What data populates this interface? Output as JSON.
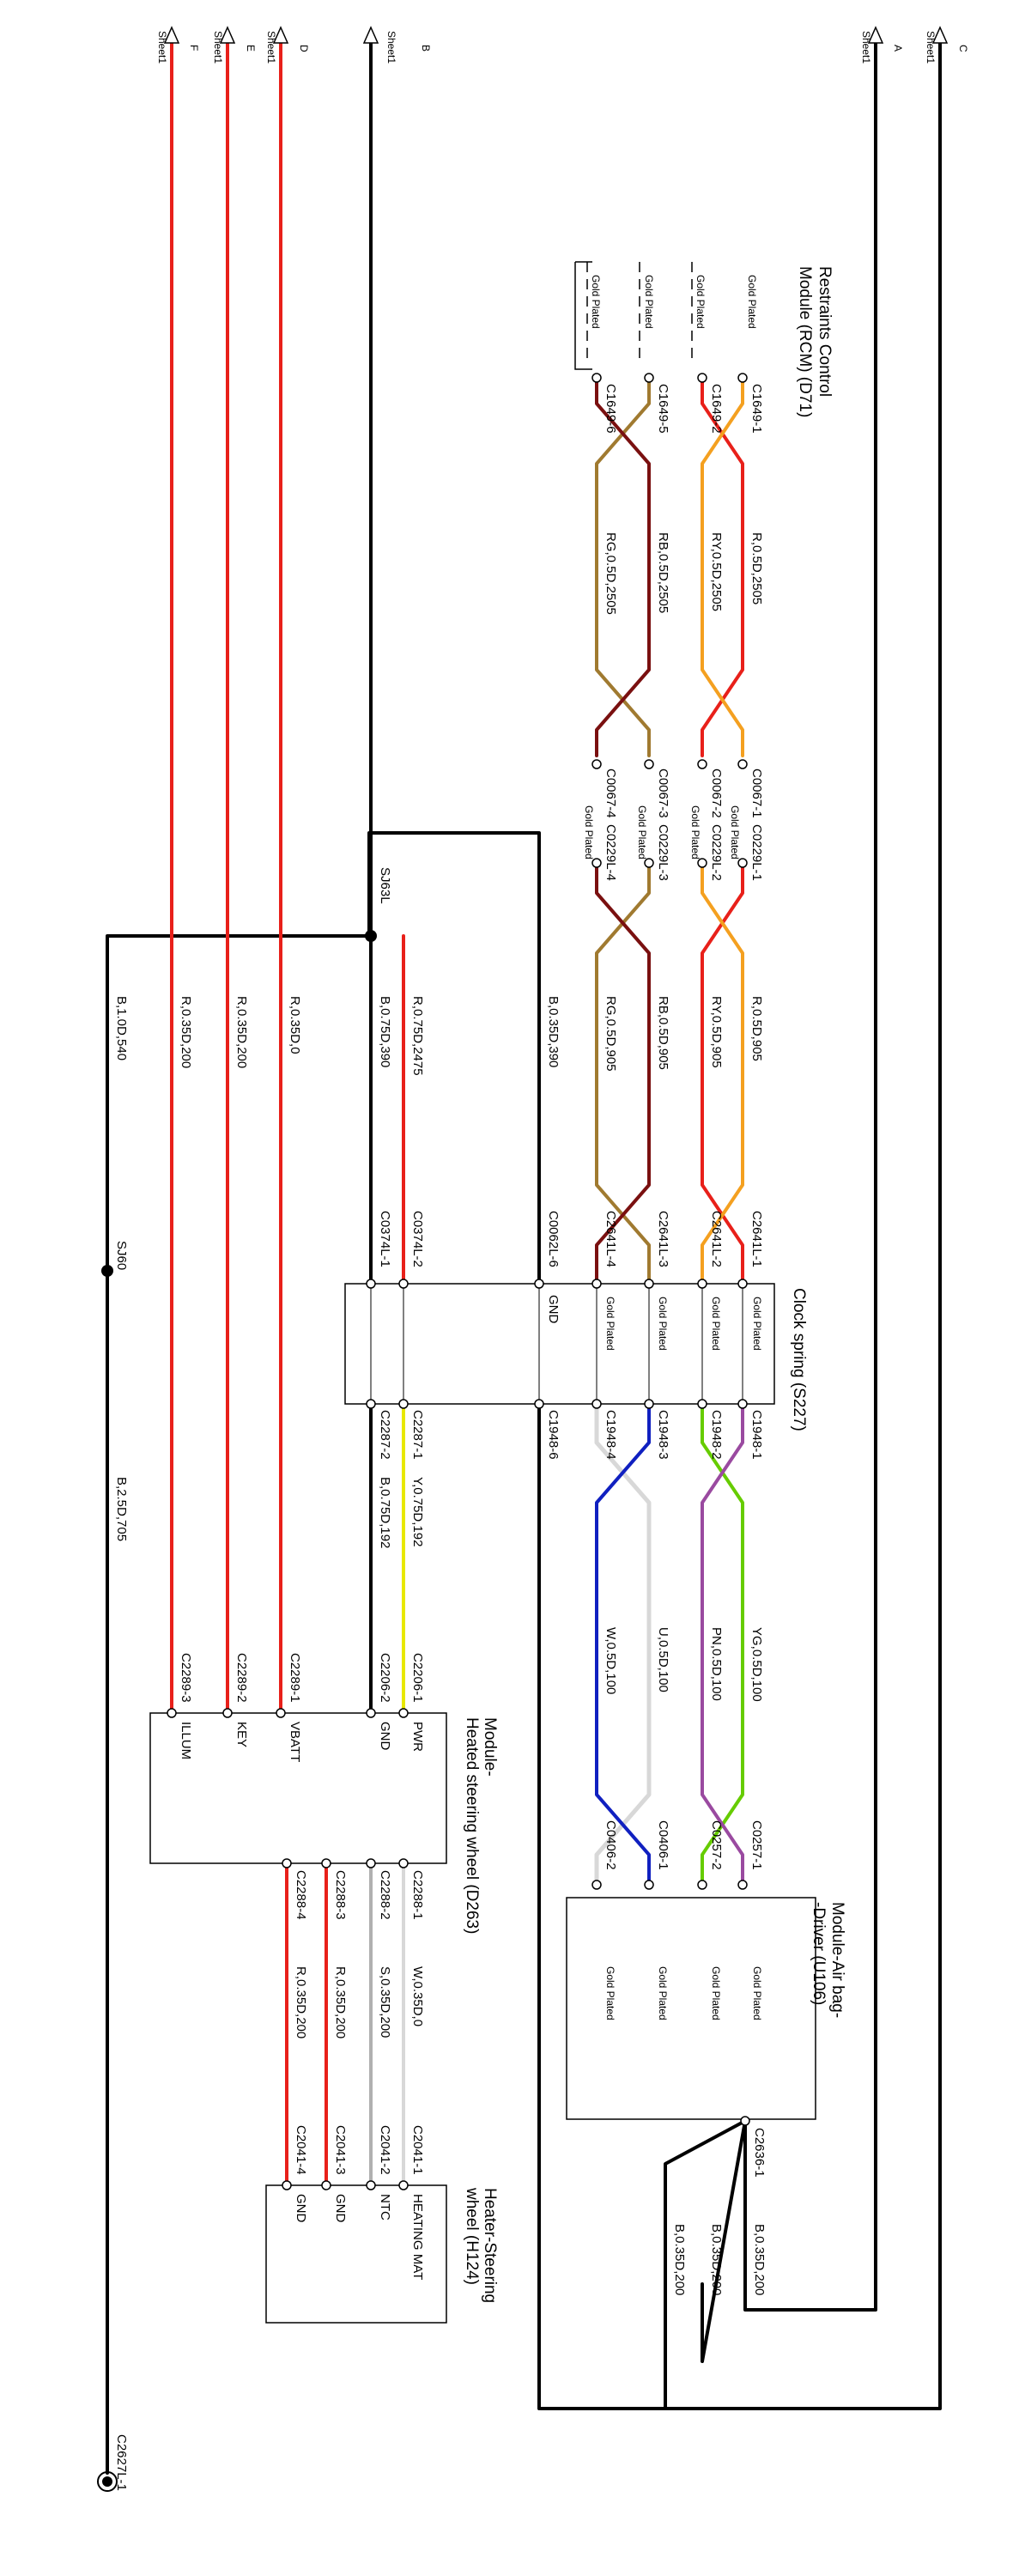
{
  "colors": {
    "black": "#000000",
    "red": "#e8201a",
    "orange": "#f4a020",
    "darkred": "#7a1010",
    "brown": "#a07a30",
    "green": "#66cc00",
    "purple": "#9a4aa0",
    "white": "#d8d8d8",
    "blue": "#1020c0",
    "yellow": "#e8e800",
    "grey": "#b0b0b0"
  },
  "sheets": [
    {
      "id": "sheet-C",
      "sheet": "Sheet1",
      "letter": "C"
    },
    {
      "id": "sheet-A",
      "sheet": "Sheet1",
      "letter": "A"
    },
    {
      "id": "sheet-B",
      "sheet": "Sheet1",
      "letter": "B"
    },
    {
      "id": "sheet-D",
      "sheet": "Sheet1",
      "letter": "D"
    },
    {
      "id": "sheet-E",
      "sheet": "Sheet1",
      "letter": "E"
    },
    {
      "id": "sheet-F",
      "sheet": "Sheet1",
      "letter": "F"
    }
  ],
  "components": {
    "rcm": {
      "title_line1": "Restraints Control",
      "title_line2": "Module (RCM) (D71)"
    },
    "clockspring": {
      "title": "Clock spring (S227)",
      "gnd": "GND"
    },
    "airbag": {
      "title_line1": "Module-Air bag-",
      "title_line2": "-Driver (U106)"
    },
    "hsw": {
      "title_line1": "Module-",
      "title_line2": "Heated steering wheel (D263)",
      "pins": [
        "PWR",
        "GND",
        "VBATT",
        "KEY",
        "ILLUM"
      ]
    },
    "heater": {
      "title_line1": "Heater-Steering",
      "title_line2": "wheel (H124)",
      "pins": [
        "HEATING MAT",
        "NTC",
        "GND",
        "GND"
      ]
    }
  },
  "gold_plated": "Gold Plated",
  "connectors": {
    "c1649_1": "C1649-1",
    "c1649_2": "C1649-2",
    "c1649_5": "C1649-5",
    "c1649_6": "C1649-6",
    "c0067_1": "C0067-1",
    "c0067_2": "C0067-2",
    "c0067_3": "C0067-3",
    "c0067_4": "C0067-4",
    "c0229_1": "C0229L-1",
    "c0229_2": "C0229L-2",
    "c0229_3": "C0229L-3",
    "c0229_4": "C0229L-4",
    "c2641_1": "C2641L-1",
    "c2641_2": "C2641L-2",
    "c2641_3": "C2641L-3",
    "c2641_4": "C2641L-4",
    "c0062_6": "C0062L-6",
    "c0374_2": "C0374L-2",
    "c0374_1": "C0374L-1",
    "c1948_1": "C1948-1",
    "c1948_2": "C1948-2",
    "c1948_3": "C1948-3",
    "c1948_4": "C1948-4",
    "c1948_6": "C1948-6",
    "c2287_1": "C2287-1",
    "c2287_2": "C2287-2",
    "c0257_1": "C0257-1",
    "c0257_2": "C0257-2",
    "c0406_1": "C0406-1",
    "c0406_2": "C0406-2",
    "c2206_1": "C2206-1",
    "c2206_2": "C2206-2",
    "c2289_1": "C2289-1",
    "c2289_2": "C2289-2",
    "c2289_3": "C2289-3",
    "c2288_1": "C2288-1",
    "c2288_2": "C2288-2",
    "c2288_3": "C2288-3",
    "c2288_4": "C2288-4",
    "c2041_1": "C2041-1",
    "c2041_2": "C2041-2",
    "c2041_3": "C2041-3",
    "c2041_4": "C2041-4",
    "c2636_1": "C2636-1",
    "c2627_1": "C2627L-1"
  },
  "splices": {
    "sj63": "SJ63L",
    "sj60": "SJ60"
  },
  "wires": {
    "r_05_2505": "R,0.5D,2505",
    "ry_05_2505": "RY,0.5D,2505",
    "rb_05_2505": "RB,0.5D,2505",
    "rg_05_2505": "RG,0.5D,2505",
    "r_05_905": "R,0.5D,905",
    "ry_05_905": "RY,0.5D,905",
    "rb_05_905": "RB,0.5D,905",
    "rg_05_905": "RG,0.5D,905",
    "b_035_390": "B,0.35D,390",
    "r_075_2475": "R,0.75D,2475",
    "b_075_390": "B,0.75D,390",
    "r_035_0": "R,0.35D,0",
    "r_035_200a": "R,0.35D,200",
    "r_035_200b": "R,0.35D,200",
    "b_10_540": "B,1.0D,540",
    "yg_05_100": "YG,0.5D,100",
    "pn_05_100": "PN,0.5D,100",
    "u_05_100": "U,0.5D,100",
    "w_05_100": "W,0.5D,100",
    "y_075_192": "Y,0.75D,192",
    "b_075_192": "B,0.75D,192",
    "b_25_705": "B,2.5D,705",
    "w_035_0": "W,0.35D,0",
    "s_035_200": "S,0.35D,200",
    "r_035_200c": "R,0.35D,200",
    "r_035_200d": "R,0.35D,200",
    "b_035_200a": "B,0.35D,200",
    "b_035_200b": "B,0.35D,200",
    "b_035_200c": "B,0.35D,200"
  }
}
